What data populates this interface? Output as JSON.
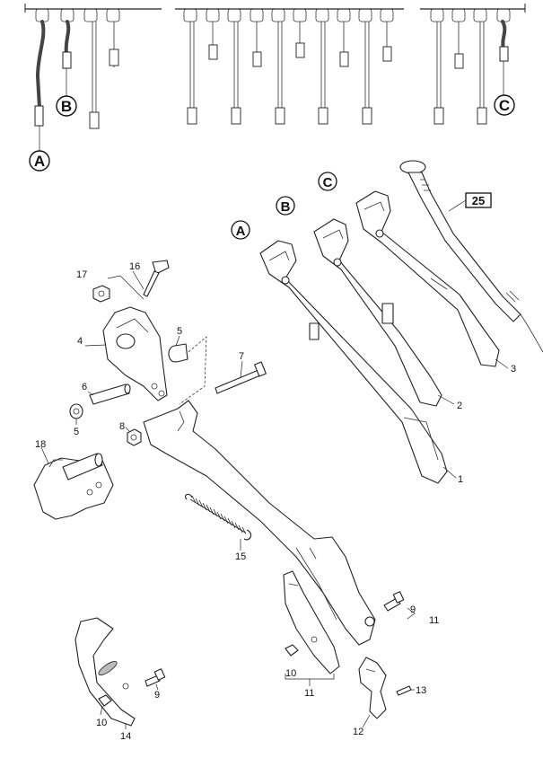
{
  "callouts": {
    "row_a": "A",
    "row_b": "B",
    "row_c": "C",
    "link_a": "A",
    "link_b": "B",
    "link_c": "C"
  },
  "reference_box": "25",
  "part_numbers": {
    "p1": "1",
    "p2": "2",
    "p3": "3",
    "p4": "4",
    "p5a": "5",
    "p5b": "5",
    "p6": "6",
    "p7": "7",
    "p8": "8",
    "p9a": "9",
    "p9b": "9",
    "p10a": "10",
    "p10b": "10",
    "p11a": "11",
    "p11b": "11",
    "p12": "12",
    "p13": "13",
    "p14": "14",
    "p15": "15",
    "p16": "16",
    "p17": "17",
    "p18": "18"
  }
}
